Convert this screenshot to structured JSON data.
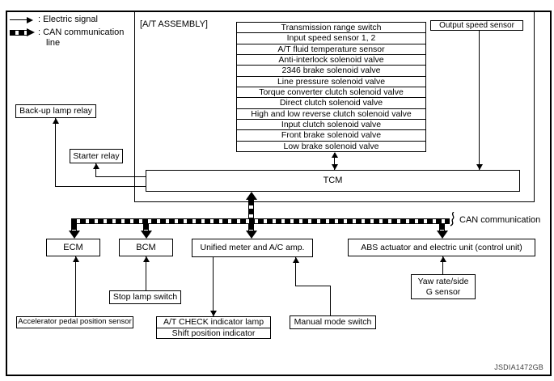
{
  "legend": {
    "electric_label": ": Electric signal",
    "can_label_line1": ": CAN communication",
    "can_label_line2": "line"
  },
  "assembly": {
    "title": "[A/T ASSEMBLY]",
    "components": [
      "Transmission range switch",
      "Input speed sensor 1, 2",
      "A/T fluid temperature sensor",
      "Anti-interlock solenoid valve",
      "2346 brake solenoid valve",
      "Line pressure solenoid valve",
      "Torque converter clutch solenoid valve",
      "Direct clutch solenoid valve",
      "High and low reverse clutch solenoid valve",
      "Input clutch solenoid valve",
      "Front brake solenoid valve",
      "Low brake solenoid valve"
    ],
    "tcm_label": "TCM",
    "output_speed_sensor": "Output speed sensor"
  },
  "nodes": {
    "backup_lamp_relay": "Back-up lamp relay",
    "starter_relay": "Starter relay",
    "ecm": "ECM",
    "bcm": "BCM",
    "unified_meter": "Unified meter and A/C amp.",
    "abs_unit": "ABS actuator and electric unit (control unit)",
    "stop_lamp_switch": "Stop lamp switch",
    "accelerator_pedal_position_sensor": "Accelerator pedal position sensor",
    "at_check_indicator_lamp": "A/T CHECK indicator lamp",
    "shift_position_indicator": "Shift position indicator",
    "manual_mode_switch": "Manual mode switch",
    "yaw_rate_side_g_sensor_line1": "Yaw rate/side",
    "yaw_rate_side_g_sensor_line2": "G sensor"
  },
  "labels": {
    "can_communication": "CAN communication",
    "figure_code": "JSDIA1472GB"
  },
  "colors": {
    "line": "#000000",
    "background": "#ffffff"
  }
}
